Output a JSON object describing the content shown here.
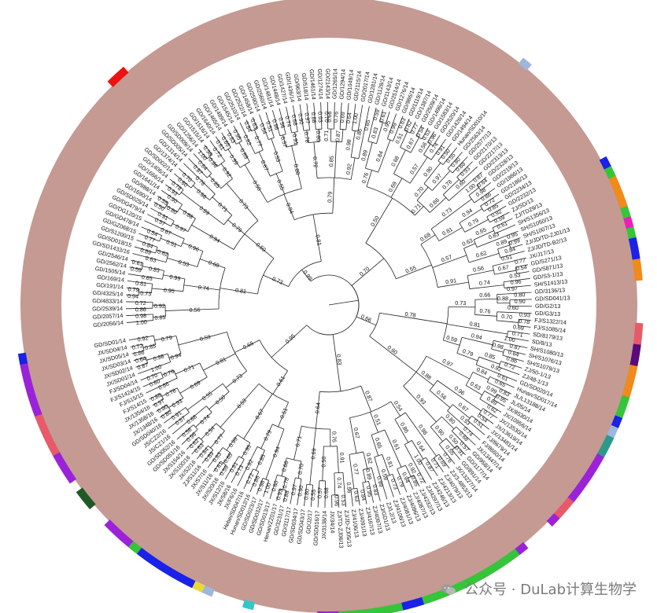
{
  "colors": {
    "ring_base": "#c49a92",
    "purple": "#9b22d8",
    "green": "#36c43a",
    "blue": "#1a21e8",
    "orange": "#f08a1a",
    "red_pink": "#e85a6a",
    "red": "#ee1111",
    "teal": "#2b9a8c",
    "dark_green": "#1f5a26",
    "yellow": "#e9d83a",
    "cyan": "#33c6c6",
    "light_blue": "#9fb6dd",
    "magenta": "#e822b8",
    "dark_purple": "#5a0a7a"
  },
  "leaves": [
    {
      "label": "GD/2056/14",
      "group": "ring_base"
    },
    {
      "label": "GD/2057/14",
      "group": "ring_base"
    },
    {
      "label": "GD/2539/14",
      "group": "ring_base"
    },
    {
      "label": "GD/4833/14",
      "group": "ring_base"
    },
    {
      "label": "GD/4325/14",
      "group": "ring_base"
    },
    {
      "label": "GD/191/14",
      "group": "ring_base"
    },
    {
      "label": "GD/169/14",
      "group": "ring_base"
    },
    {
      "label": "GD/1505/14",
      "group": "ring_base"
    },
    {
      "label": "GD/2562/14",
      "group": "ring_base"
    },
    {
      "label": "GD/2546/14",
      "group": "ring_base"
    },
    {
      "label": "GD/SD1433/16",
      "group": "ring_base"
    },
    {
      "label": "GD/SD018/15",
      "group": "ring_base"
    },
    {
      "label": "GD/S1200/15",
      "group": "ring_base"
    },
    {
      "label": "GD/GZ068/15",
      "group": "ring_base"
    },
    {
      "label": "GD/GD478/14",
      "group": "ring_base"
    },
    {
      "label": "GD/DG120/15",
      "group": "ring_base"
    },
    {
      "label": "GD/DG479/14",
      "group": "ring_base"
    },
    {
      "label": "GD/SD025/14",
      "group": "ring_base"
    },
    {
      "label": "GD/1690/14",
      "group": "ring_base"
    },
    {
      "label": "GD/988/14",
      "group": "ring_base"
    },
    {
      "label": "GD/1641/14",
      "group": "ring_base"
    },
    {
      "label": "GD/1666/14",
      "group": "ring_base"
    },
    {
      "label": "GD/1406/14",
      "group": "ring_base"
    },
    {
      "label": "GD/SD002/14",
      "group": "ring_base"
    },
    {
      "label": "GD/1374/14",
      "group": "ring_base"
    },
    {
      "label": "GD/1314/14",
      "group": "ring_base"
    },
    {
      "label": "GD/SD005/14",
      "group": "red"
    },
    {
      "label": "GD/SD009/14",
      "group": "red"
    },
    {
      "label": "GD/1256/14",
      "group": "ring_base"
    },
    {
      "label": "GD/1515/14",
      "group": "ring_base"
    },
    {
      "label": "GD/1516/14",
      "group": "ring_base"
    },
    {
      "label": "GD/1640/14",
      "group": "ring_base"
    },
    {
      "label": "GD/1465/14",
      "group": "ring_base"
    },
    {
      "label": "GD/1489/14",
      "group": "ring_base"
    },
    {
      "label": "GD/1545/14",
      "group": "ring_base"
    },
    {
      "label": "GD/2510/14",
      "group": "ring_base"
    },
    {
      "label": "GD/2522/14",
      "group": "ring_base"
    },
    {
      "label": "GD/1458/14",
      "group": "ring_base"
    },
    {
      "label": "GD/2590/14",
      "group": "ring_base"
    },
    {
      "label": "GD/2560/14",
      "group": "ring_base"
    },
    {
      "label": "GD/1481/14",
      "group": "ring_base"
    },
    {
      "label": "GD/1448/14",
      "group": "ring_base"
    },
    {
      "label": "GD/1427/14",
      "group": "ring_base"
    },
    {
      "label": "GD/1436/14",
      "group": "ring_base"
    },
    {
      "label": "GD/963/14",
      "group": "ring_base"
    },
    {
      "label": "GD/518/14",
      "group": "ring_base"
    },
    {
      "label": "GD/1461/14",
      "group": "ring_base"
    },
    {
      "label": "GD/1274/14",
      "group": "ring_base"
    },
    {
      "label": "GD/2143/14",
      "group": "ring_base"
    },
    {
      "label": "GD/1265/14",
      "group": "ring_base"
    },
    {
      "label": "GD/1294/14",
      "group": "ring_base"
    },
    {
      "label": "GD/1049/14",
      "group": "ring_base"
    },
    {
      "label": "GD/2115/14",
      "group": "ring_base"
    },
    {
      "label": "GD/2017/14",
      "group": "ring_base"
    },
    {
      "label": "GD/1281/14",
      "group": "ring_base"
    },
    {
      "label": "GD/1128/14",
      "group": "ring_base"
    },
    {
      "label": "GD/1143/14",
      "group": "ring_base"
    },
    {
      "label": "GD/2514/14",
      "group": "ring_base"
    },
    {
      "label": "GD/1276/14",
      "group": "ring_base"
    },
    {
      "label": "GD/986/14",
      "group": "ring_base"
    },
    {
      "label": "GD/1119/14",
      "group": "ring_base"
    },
    {
      "label": "GD/1387/14",
      "group": "ring_base"
    },
    {
      "label": "GD/2509/14",
      "group": "ring_base"
    },
    {
      "label": "GD/1496/14",
      "group": "ring_base"
    },
    {
      "label": "GD/1583/14",
      "group": "ring_base"
    },
    {
      "label": "GD/2520/14",
      "group": "ring_base"
    },
    {
      "label": "GD/1426/14",
      "group": "ring_base"
    },
    {
      "label": "GD/1494/14",
      "group": "ring_base"
    },
    {
      "label": "Hunan/SD010/14",
      "group": "light_blue"
    },
    {
      "label": "GD/2563/14",
      "group": "ring_base"
    },
    {
      "label": "GD/2577/13",
      "group": "ring_base"
    },
    {
      "label": "GD/2170/13",
      "group": "ring_base"
    },
    {
      "label": "GD/2217/13",
      "group": "ring_base"
    },
    {
      "label": "GD/2313/13",
      "group": "ring_base"
    },
    {
      "label": "GD/2328/13",
      "group": "ring_base"
    },
    {
      "label": "GD/2219/13",
      "group": "ring_base"
    },
    {
      "label": "GD/1986/13",
      "group": "ring_base"
    },
    {
      "label": "GD/2186/13",
      "group": "ring_base"
    },
    {
      "label": "GD/2234/13",
      "group": "ring_base"
    },
    {
      "label": "GD/2232/13",
      "group": "ring_base"
    },
    {
      "label": "ZJ/SD/13",
      "group": "blue"
    },
    {
      "label": "ZJ/TD29/13",
      "group": "green"
    },
    {
      "label": "SH/S1356/13",
      "group": "orange"
    },
    {
      "label": "SH/S1050/13",
      "group": "orange"
    },
    {
      "label": "SH/S1007/13",
      "group": "orange"
    },
    {
      "label": "ZJ/JD/TD-ZJ01/13",
      "group": "green"
    },
    {
      "label": "ZJ/JD/TD-B2/13",
      "group": "magenta"
    },
    {
      "label": "JX/J17/13",
      "group": "green"
    },
    {
      "label": "GD/S271/13",
      "group": "blue"
    },
    {
      "label": "GD/S871/13",
      "group": "blue"
    },
    {
      "label": "GD/S3-1/13",
      "group": "orange"
    },
    {
      "label": "SH/S1413/13",
      "group": "orange"
    },
    {
      "label": "GD/3136/13",
      "group": "ring_base"
    },
    {
      "label": "GD/SD041/13",
      "group": "ring_base"
    },
    {
      "label": "GD/G2/13",
      "group": "ring_base"
    },
    {
      "label": "GD/G3/13",
      "group": "ring_base"
    },
    {
      "label": "FJ/S1322/14",
      "group": "red_pink"
    },
    {
      "label": "FJ/S1085/14",
      "group": "red_pink"
    },
    {
      "label": "SD/8179/13",
      "group": "dark_purple"
    },
    {
      "label": "SD/8/13",
      "group": "dark_purple"
    },
    {
      "label": "SH/S1080/13",
      "group": "orange"
    },
    {
      "label": "SH/S1076/13",
      "group": "orange"
    },
    {
      "label": "SH/S1079/13",
      "group": "orange"
    },
    {
      "label": "ZJ/50-1/13",
      "group": "green"
    },
    {
      "label": "ZJ/48-1/13",
      "group": "green"
    },
    {
      "label": "GD/SD020/14",
      "group": "blue"
    },
    {
      "label": "Hunan/SD017/14",
      "group": "light_blue"
    },
    {
      "label": "JL/L13188/14",
      "group": "teal"
    },
    {
      "label": "JL/05/14",
      "group": "teal"
    },
    {
      "label": "JX/8530/14",
      "group": "purple"
    },
    {
      "label": "JX/10956/14",
      "group": "purple"
    },
    {
      "label": "JX/13530/14",
      "group": "purple"
    },
    {
      "label": "JX/13619/14",
      "group": "purple"
    },
    {
      "label": "JX/13481/14",
      "group": "purple"
    },
    {
      "label": "FJ/8679/14",
      "group": "red_pink"
    },
    {
      "label": "FJ/8660/14",
      "group": "red_pink"
    },
    {
      "label": "JX/13447/14",
      "group": "purple"
    },
    {
      "label": "GD/958/14",
      "group": "ring_base"
    },
    {
      "label": "GD/1177/14",
      "group": "ring_base"
    },
    {
      "label": "GD/891/14",
      "group": "ring_base"
    },
    {
      "label": "JX/13227/14",
      "group": "purple"
    },
    {
      "label": "ZJ/3-4853/13",
      "group": "green"
    },
    {
      "label": "ZJ/4079/13",
      "group": "green"
    },
    {
      "label": "ZJ/4213/13",
      "group": "green"
    },
    {
      "label": "ZJ/4246/13",
      "group": "green"
    },
    {
      "label": "ZJ/4297/13",
      "group": "green"
    },
    {
      "label": "ZJ/4232/13",
      "group": "green"
    },
    {
      "label": "ZJ/4087/13",
      "group": "green"
    },
    {
      "label": "ZJ/4096/13",
      "group": "green"
    },
    {
      "label": "ZJ/4081/13",
      "group": "green"
    },
    {
      "label": "ZJ/4106/13",
      "group": "green"
    },
    {
      "label": "ZJ/L2/13",
      "group": "blue"
    },
    {
      "label": "ZJ/GD1/13",
      "group": "blue"
    },
    {
      "label": "ZJ/4097/13",
      "group": "green"
    },
    {
      "label": "ZJ/4167/13",
      "group": "green"
    },
    {
      "label": "ZJ/4091/13",
      "group": "green"
    },
    {
      "label": "ZJ/4106/13",
      "group": "green"
    },
    {
      "label": "ZJ/JD-ZJ05/13",
      "group": "green"
    },
    {
      "label": "ZJ/TD-ZJ06/13",
      "group": "green"
    },
    {
      "label": "JX/34/14",
      "group": "purple"
    },
    {
      "label": "JX/3138/14",
      "group": "purple"
    },
    {
      "label": "GD/SD016/17",
      "group": "ring_base"
    },
    {
      "label": "GD/J2/17",
      "group": "ring_base"
    },
    {
      "label": "GD/SD043/17",
      "group": "ring_base"
    },
    {
      "label": "GD/SD034/17",
      "group": "ring_base"
    },
    {
      "label": "GD/3117/17",
      "group": "ring_base"
    },
    {
      "label": "GD/3231/17",
      "group": "ring_base"
    },
    {
      "label": "Henan/ZZ01/17",
      "group": "cyan"
    },
    {
      "label": "GD/SD013/17",
      "group": "ring_base"
    },
    {
      "label": "GD/SD032/17",
      "group": "ring_base"
    },
    {
      "label": "GD/SD023/17",
      "group": "ring_base"
    },
    {
      "label": "Hunan/SD012/16",
      "group": "light_blue"
    },
    {
      "label": "Hebei/SD047/16",
      "group": "yellow"
    },
    {
      "label": "JX/F6/16",
      "group": "blue"
    },
    {
      "label": "JX/S8/16",
      "group": "blue"
    },
    {
      "label": "JX/S12/16",
      "group": "blue"
    },
    {
      "label": "JX/S20/16",
      "group": "blue"
    },
    {
      "label": "JX/S11/16",
      "group": "blue"
    },
    {
      "label": "JX/S7/16",
      "group": "blue"
    },
    {
      "label": "ZJ/S11/16",
      "group": "green"
    },
    {
      "label": "JX/S2/16",
      "group": "purple"
    },
    {
      "label": "JX/S100/16",
      "group": "purple"
    },
    {
      "label": "JX/S154/16",
      "group": "purple"
    },
    {
      "label": "GD/SD051/16",
      "group": "ring_base"
    },
    {
      "label": "GD/SD052/16",
      "group": "ring_base"
    },
    {
      "label": "JS/CZ1/16",
      "group": "dark_green"
    },
    {
      "label": "JS/CZ2/16",
      "group": "dark_green"
    },
    {
      "label": "GD/SD040/16",
      "group": "ring_base"
    },
    {
      "label": "JX/1348/16",
      "group": "purple"
    },
    {
      "label": "JX/1358/16",
      "group": "purple"
    },
    {
      "label": "JX/1354/16",
      "group": "purple"
    },
    {
      "label": "FJ/S14/15",
      "group": "red_pink"
    },
    {
      "label": "FJ/S15/15",
      "group": "red_pink"
    },
    {
      "label": "FJ/S1424/15",
      "group": "red_pink"
    },
    {
      "label": "FJ/SD04/14",
      "group": "red_pink"
    },
    {
      "label": "JX/SD01/14",
      "group": "purple"
    },
    {
      "label": "JX/SD02/14",
      "group": "purple"
    },
    {
      "label": "JX/SD03/14",
      "group": "purple"
    },
    {
      "label": "JX/SD05/14",
      "group": "purple"
    },
    {
      "label": "JX/SD04/14",
      "group": "purple"
    },
    {
      "label": "GD/SD01/14",
      "group": "blue"
    }
  ],
  "support_values": [
    "1.00",
    "0.98",
    "0.86",
    "0.72",
    "0.85",
    "0.92",
    "0.94",
    "0.79",
    "0.73",
    "0.81",
    "0.59",
    "0.61",
    "0.65",
    "0.83",
    "0.95",
    "0.99",
    "0.89",
    "0.84",
    "0.63",
    "0.62",
    "0.77",
    "0.54",
    "0.51",
    "0.67",
    "0.53",
    "0.96",
    "0.56",
    "0.74",
    "0.68",
    "0.57",
    "0.91",
    "0.50",
    "0.55",
    "0.80",
    "0.90",
    "0.97",
    "0.88",
    "0.93",
    "0.78",
    "0.60",
    "0.70",
    "0.66",
    "0.76",
    "0.69",
    "0.71",
    "0.87",
    "0.64"
  ],
  "watermark": {
    "text": "公众号 · DuLab计算生物学",
    "icon": "wechat-icon"
  }
}
